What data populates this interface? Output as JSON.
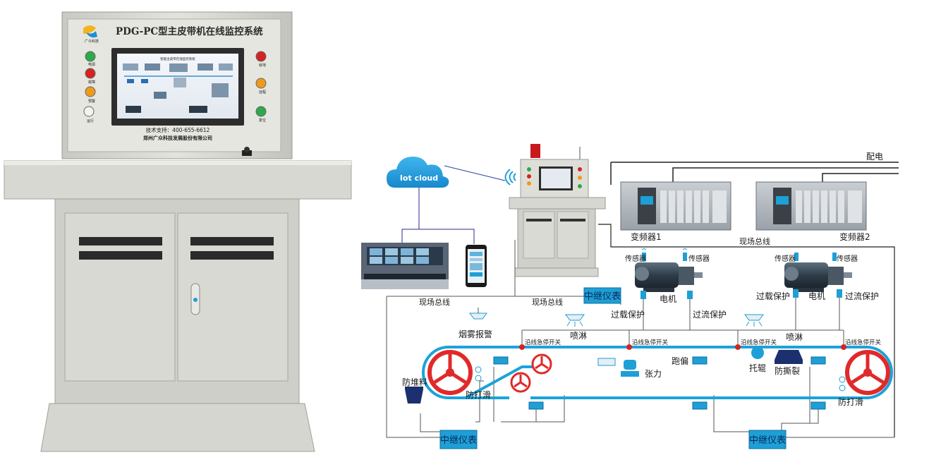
{
  "console": {
    "title": "PDG-PC型主皮带机在线监控系统",
    "logo_text": "广众科技",
    "support": "技术支持：400-655-6612",
    "company": "郑州广众科技发展股份有限公司",
    "left_buttons": [
      "电源",
      "故障",
      "预警",
      "运行"
    ],
    "right_buttons": [
      "就地",
      "远程",
      "复位"
    ],
    "screen_title": "智能主皮带在线监控系统"
  },
  "diagram": {
    "cloud_label": "Iot cloud",
    "power": "配电",
    "inverter1": "变频器1",
    "inverter2": "变频器2",
    "fieldbus": "现场总线",
    "sensor": "传感器",
    "motor": "电机",
    "overload": "过载保护",
    "overcurrent": "过流保护",
    "relay": "中继仪表",
    "smoke": "烟雾报警",
    "spray": "喷淋",
    "estop": "沿线急停开关",
    "anti_pile": "防堆料",
    "anti_slip": "防打滑",
    "tension": "张力",
    "deviation": "跑偏",
    "idler": "托辊",
    "anti_tear": "防撕裂"
  },
  "colors": {
    "belt": "#1ca3d9",
    "relay_box": "#1e9fd6",
    "wheel": "#e02a2a",
    "cabinet": "#dcdcd6"
  }
}
